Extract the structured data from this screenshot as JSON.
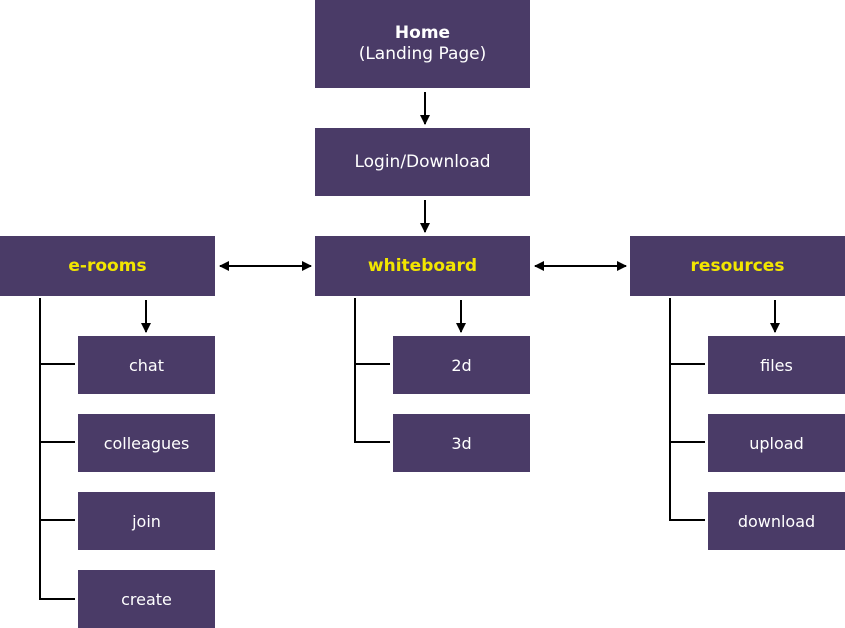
{
  "colors": {
    "box": "#4a3b67",
    "text": "#ffffff",
    "accent": "#f2e600",
    "line": "#000000"
  },
  "home": {
    "title": "Home",
    "subtitle": "(Landing Page)"
  },
  "login": {
    "label": "Login/Download"
  },
  "sections": {
    "erooms": {
      "label": "e-rooms",
      "children": [
        "chat",
        "colleagues",
        "join",
        "create"
      ]
    },
    "whiteboard": {
      "label": "whiteboard",
      "children": [
        "2d",
        "3d"
      ]
    },
    "resources": {
      "label": "resources",
      "children": [
        "files",
        "upload",
        "download"
      ]
    }
  }
}
